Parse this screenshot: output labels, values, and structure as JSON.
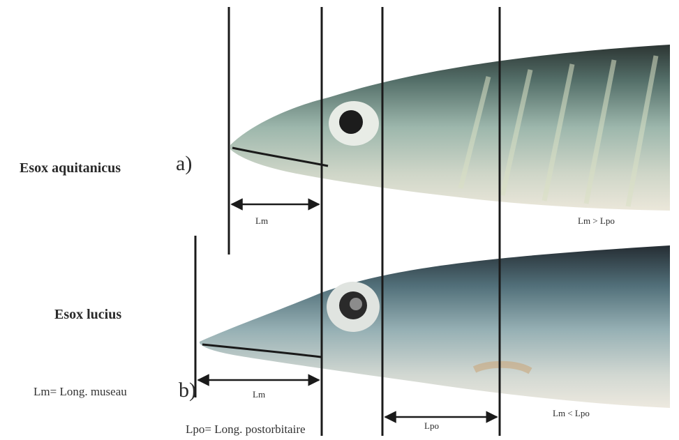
{
  "species": {
    "a_name": "Esox aquitanicus",
    "a_tag": "a)",
    "b_name": "Esox lucius",
    "b_tag": "b)"
  },
  "measures": {
    "a_lm": "Lm",
    "a_ratio": "Lm > Lpo",
    "b_lm": "Lm",
    "b_lpo": "Lpo",
    "b_ratio": "Lm < Lpo"
  },
  "legend": {
    "lm_def": "Lm= Long. museau",
    "lpo_def": "Lpo= Long. postorbitaire"
  },
  "colors": {
    "line": "#1a1a1a",
    "fish_back": "#2f3a3a",
    "fish_side": "#8fa9a6",
    "fish_belly": "#e4e1d4",
    "eye": "#1c1c1c"
  }
}
